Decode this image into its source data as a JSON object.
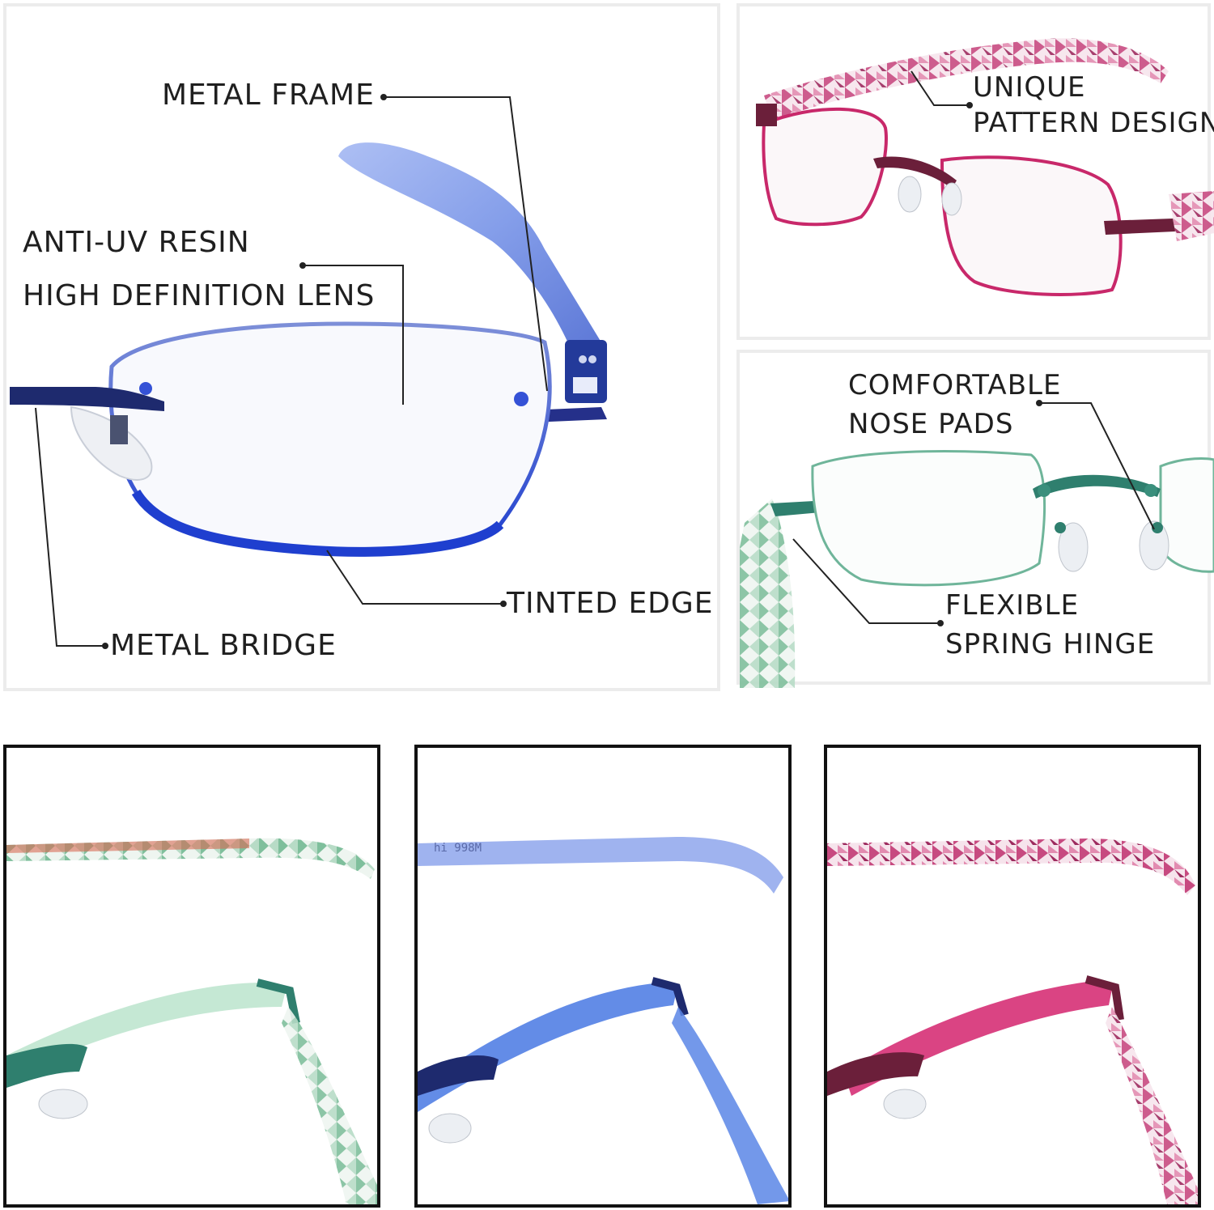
{
  "callouts": {
    "metal_frame": "METAL FRAME",
    "anti_uv_line1": "ANTI-UV RESIN",
    "anti_uv_line2": "HIGH DEFINITION LENS",
    "tinted_edge": "TINTED EDGE",
    "metal_bridge": "METAL BRIDGE",
    "pattern_line1": "UNIQUE",
    "pattern_line2": "PATTERN DESIGN",
    "nose_line1": "COMFORTABLE",
    "nose_line2": "NOSE PADS",
    "hinge_line1": "FLEXIBLE",
    "hinge_line2": "SPRING HINGE"
  },
  "temple_print": "hi 998M",
  "colors": {
    "blue_frame": "#3a56c8",
    "navy_metal": "#1e2a6e",
    "pink_frame": "#c8286a",
    "burgundy_metal": "#6b1f3a",
    "green_frame": "#6fb59a",
    "teal_metal": "#2f7f6e"
  },
  "variants": [
    "green",
    "blue",
    "pink"
  ]
}
